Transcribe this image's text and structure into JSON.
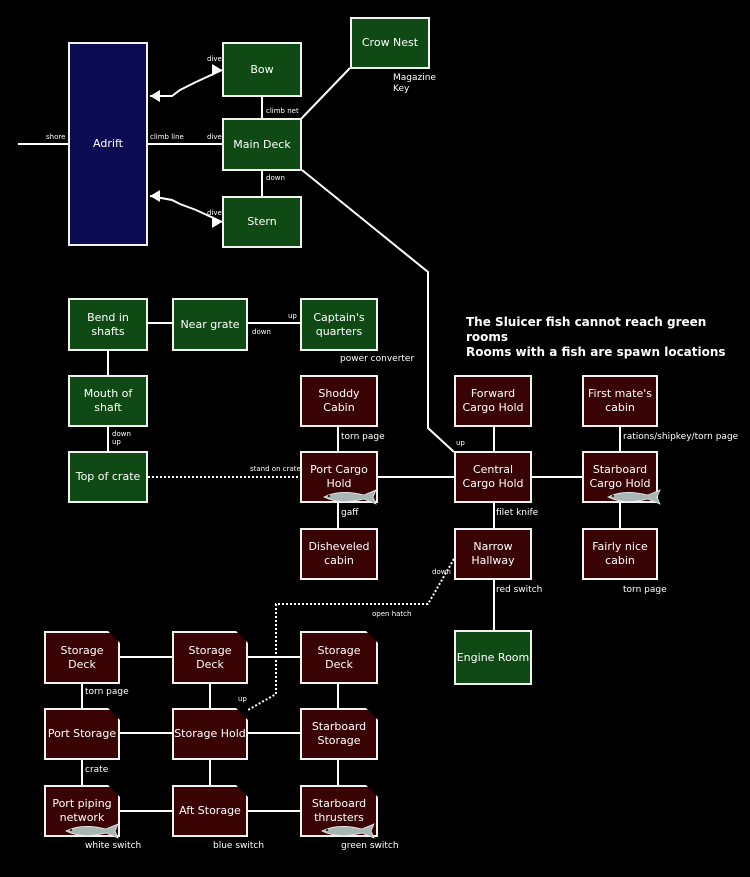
{
  "legend": {
    "line1": "The Sluicer fish cannot reach green rooms",
    "line2": "Rooms with a fish are spawn locations"
  },
  "rooms": {
    "adrift": "Adrift",
    "bow": "Bow",
    "crow_nest": "Crow Nest",
    "main_deck": "Main Deck",
    "stern": "Stern",
    "bend_in_shafts": "Bend in\nshafts",
    "near_grate": "Near grate",
    "captains_quarters": "Captain's\nquarters",
    "mouth_of_shaft": "Mouth of\nshaft",
    "top_of_crate": "Top of crate",
    "shoddy_cabin": "Shoddy Cabin",
    "port_cargo_hold": "Port Cargo\nHold",
    "disheveled_cabin": "Disheveled\ncabin",
    "forward_cargo_hold": "Forward\nCargo Hold",
    "central_cargo_hold": "Central\nCargo Hold",
    "narrow_hallway": "Narrow\nHallway",
    "first_mates_cabin": "First mate's\ncabin",
    "starboard_cargo_hold": "Starboard\nCargo Hold",
    "fairly_nice_cabin": "Fairly nice\ncabin",
    "engine_room": "Engine Room",
    "storage_deck_1": "Storage Deck",
    "storage_deck_2": "Storage Deck",
    "storage_deck_3": "Storage Deck",
    "port_storage": "Port Storage",
    "storage_hold": "Storage Hold",
    "starboard_storage": "Starboard\nStorage",
    "port_piping_network": "Port piping\nnetwork",
    "aft_storage": "Aft Storage",
    "starboard_thrusters": "Starboard\nthrusters"
  },
  "link_labels": {
    "shore": "shore",
    "climb_line": "climb line",
    "dive_main": "dive",
    "dive_bow": "dive",
    "dive_stern": "dive",
    "climb_net": "climb net",
    "down_main": "down",
    "up_captain": "up",
    "down_captain": "down",
    "down_up_shaft": "down\nup",
    "stand_on_crate": "stand on crate",
    "up_central": "up",
    "down_narrow": "down",
    "open_hatch": "open hatch",
    "up_storage": "up"
  },
  "items": {
    "magazine_key": "Magazine\nKey",
    "power_converter": "power converter",
    "torn_page_shoddy": "torn page",
    "gaff": "gaff",
    "filet_knife": "filet knife",
    "red_switch": "red switch",
    "rations": "rations/shipkey/torn page",
    "torn_page_fairly": "torn page",
    "torn_page_storage": "torn page",
    "crate": "crate",
    "white_switch": "white switch",
    "blue_switch": "blue switch",
    "green_switch": "green switch"
  },
  "colors": {
    "green_room": "#0f4a14",
    "red_room": "#3a0303",
    "blue_room": "#0c0c55",
    "lines": "#ffffff",
    "background": "#000000"
  }
}
